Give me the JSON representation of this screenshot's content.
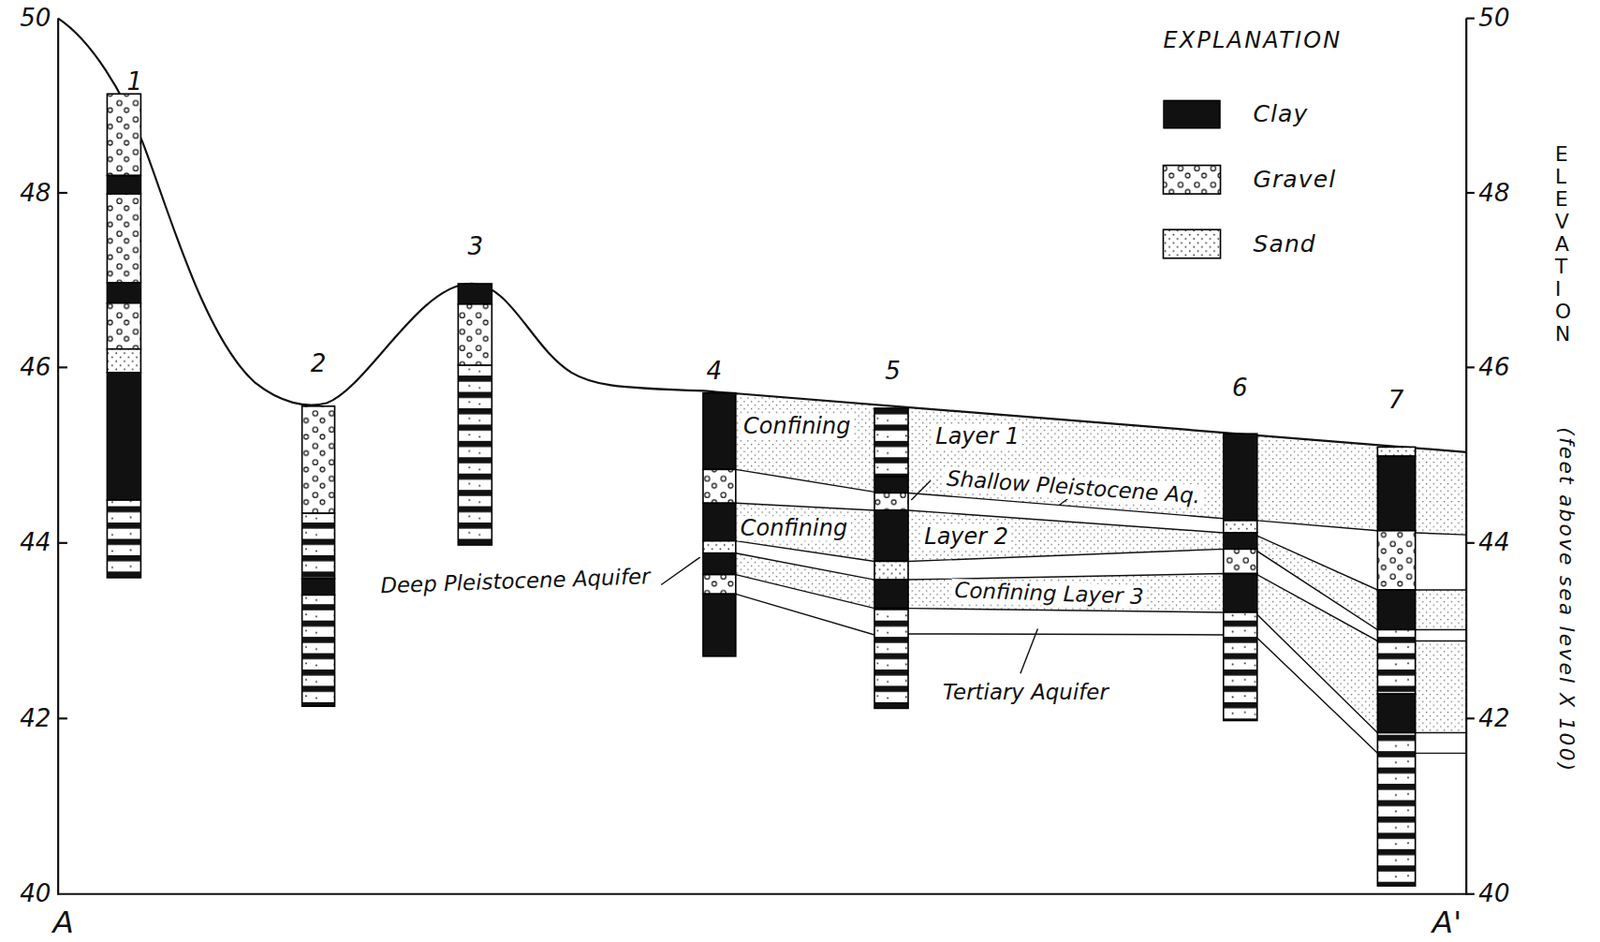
{
  "diagram": {
    "labels": [
      "50",
      "48",
      "46",
      "44",
      "42",
      "40",
      "50",
      "48",
      "46",
      "44",
      "42",
      "40",
      "1",
      "2",
      "3",
      "4",
      "5",
      "6",
      "7",
      "A",
      "A'",
      "EXPLANATION",
      "ELEVATION",
      "(feet above sea level X 100)",
      "Confining",
      "Layer 1",
      "Shallow Pleistocene Aq.",
      "Confining",
      "Layer 2",
      "Confining Layer 3",
      "Deep Pleistocene Aquifer",
      "Tertiary Aquifer"
    ],
    "legend": [
      {
        "text": "Clay",
        "color": "#111111"
      },
      {
        "text": "Gravel"
      },
      {
        "text": "Sand"
      }
    ]
  }
}
